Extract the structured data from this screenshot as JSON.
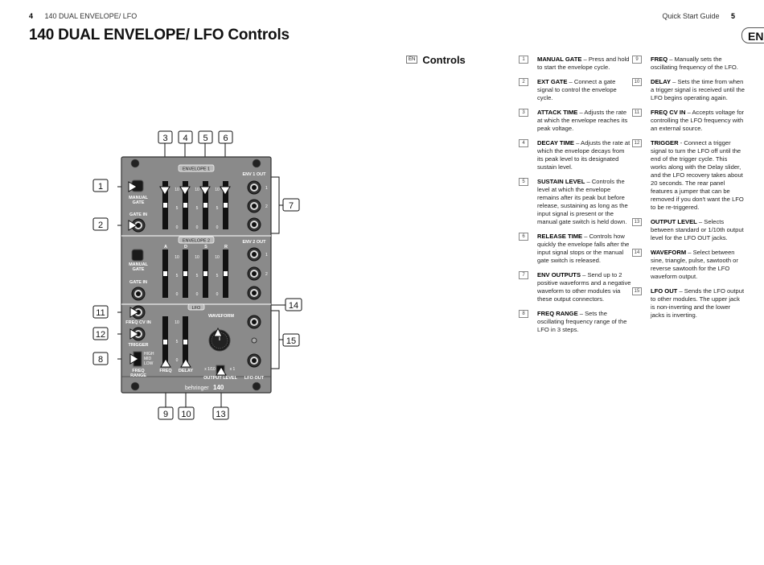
{
  "header": {
    "left_page": "4",
    "left_title": "140 DUAL ENVELOPE/ LFO",
    "right_title": "Quick Start Guide",
    "right_page": "5"
  },
  "title": "140 DUAL ENVELOPE/ LFO Controls",
  "lang_tab": "EN",
  "controls": {
    "badge": "EN",
    "heading": "Controls"
  },
  "callouts": {
    "c1": "1",
    "c2": "2",
    "c3": "3",
    "c4": "4",
    "c5": "5",
    "c6": "6",
    "c7": "7",
    "c8": "8",
    "c9": "9",
    "c10": "10",
    "c11": "11",
    "c12": "12",
    "c13": "13",
    "c14": "14",
    "c15": "15"
  },
  "panel": {
    "envelope1": "ENVELOPE 1",
    "envelope2": "ENVELOPE 2",
    "lfo": "LFO",
    "manual_gate": [
      "MANUAL",
      "GATE"
    ],
    "gate_in": "GATE IN",
    "env1_out": "ENV 1 OUT",
    "env2_out": "ENV 2 OUT",
    "adsr": [
      "A",
      "D",
      "S",
      "R"
    ],
    "scale": [
      "10",
      "5",
      "0"
    ],
    "jack_nums": [
      "1",
      "2"
    ],
    "freq_cv_in": "FREQ CV IN",
    "trigger": "TRIGGER",
    "freq_range": [
      "FREQ",
      "RANGE"
    ],
    "range_options": [
      "HIGH",
      "MID",
      "LOW"
    ],
    "freq": "FREQ",
    "delay": "DELAY",
    "waveform": "WAVEFORM",
    "x110": "x 1/10",
    "x1": "x 1",
    "output_level": "OUTPUT LEVEL",
    "lfo_out": "LFO OUT",
    "brand": "behringer",
    "model": "140"
  },
  "descriptions": [
    {
      "num": "1",
      "term": "MANUAL GATE",
      "text": " – Press and hold to start the envelope cycle."
    },
    {
      "num": "2",
      "term": "EXT GATE",
      "text": " – Connect a gate signal to control the envelope cycle."
    },
    {
      "num": "3",
      "term": "ATTACK TIME",
      "text": " – Adjusts the rate at which the envelope reaches its peak voltage."
    },
    {
      "num": "4",
      "term": "DECAY TIME",
      "text": " – Adjusts the rate at which the envelope decays from its peak level to its designated sustain level."
    },
    {
      "num": "5",
      "term": "SUSTAIN LEVEL",
      "text": " – Controls the level at which the envelope remains after its peak but before release, sustaining as long as the input signal is present or the manual gate switch is held down."
    },
    {
      "num": "6",
      "term": "RELEASE TIME",
      "text": " – Controls how quickly the envelope falls after the input signal stops or the manual gate switch is released."
    },
    {
      "num": "7",
      "term": "ENV OUTPUTS",
      "text": " – Send up to 2 positive waveforms and a negative waveform to other modules via these output connectors."
    },
    {
      "num": "8",
      "term": "FREQ RANGE",
      "text": " – Sets the oscillating frequency range of the LFO in 3 steps."
    },
    {
      "num": "9",
      "term": "FREQ",
      "text": " – Manually sets the oscillating frequency of the LFO."
    },
    {
      "num": "10",
      "term": "DELAY",
      "text": " – Sets the time from when a trigger signal is received until the LFO begins operating again."
    },
    {
      "num": "11",
      "term": "FREQ CV IN",
      "text": " – Accepts voltage for controlling the LFO frequency with an external source."
    },
    {
      "num": "12",
      "term": "TRIGGER",
      "text": " - Connect a trigger signal to turn the LFO off until the end of the trigger cycle. This works along with the Delay slider, and the LFO recovery takes about 20 seconds. The rear panel features a jumper that can be removed if you don't want the LFO to be re-triggered."
    },
    {
      "num": "13",
      "term": "OUTPUT LEVEL",
      "text": " – Selects between standard or 1/10th output level for the LFO OUT jacks."
    },
    {
      "num": "14",
      "term": "WAVEFORM",
      "text": " – Select between sine, triangle, pulse, sawtooth or reverse sawtooth for the LFO waveform output."
    },
    {
      "num": "15",
      "term": "LFO OUT",
      "text": " – Sends the LFO output to other modules. The upper jack is non-inverting and the lower jacks is inverting."
    }
  ]
}
